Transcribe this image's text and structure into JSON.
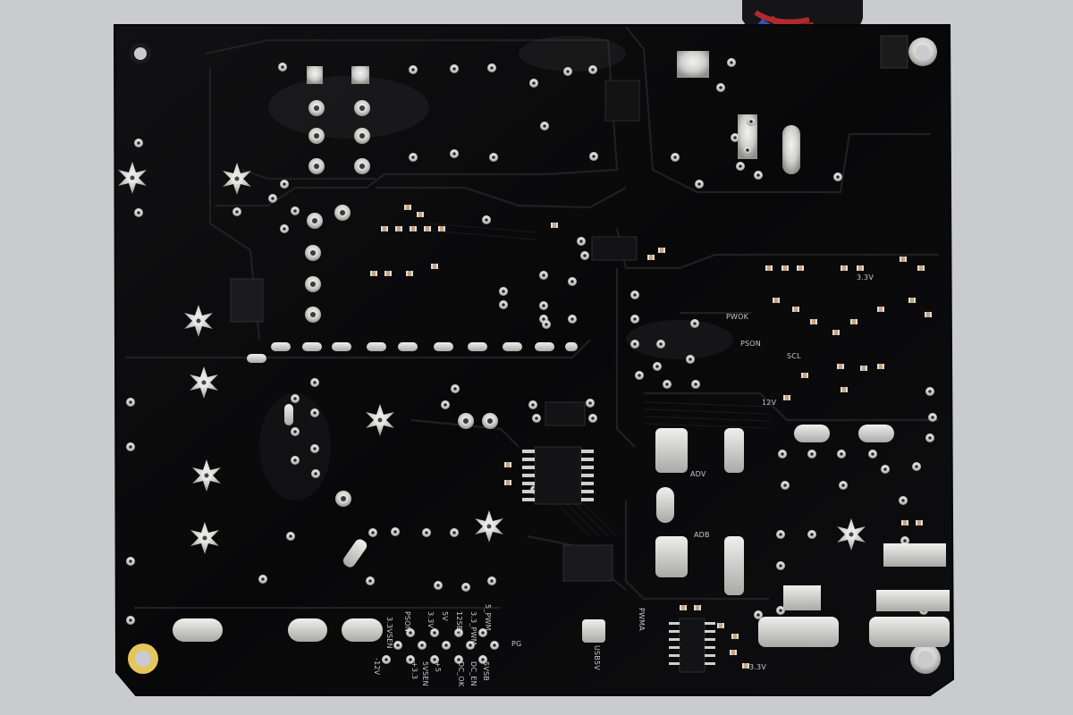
{
  "pcb": {
    "board_color": "#0b0b0c",
    "pad_color": "#d4d4d2",
    "trace_color": "#1c1c1e",
    "silkscreen_color": "#d9dadc",
    "background_color": "#c8cace"
  },
  "labels": {
    "psu_rail_labels": [
      "3.3V",
      "5V",
      "12V",
      "+5",
      "+3.3",
      "-12V",
      "PSON",
      "3.3VSEN",
      "5_PWM",
      "3.3_PWM",
      "12SEN",
      "5VSEN",
      "DC_OK",
      "DC_EN",
      "5VSB",
      "PG"
    ],
    "usb_label": "USB5V",
    "pwm_label": "PWMA",
    "mosfet_labels": [
      "ADV",
      "ADB"
    ],
    "voltage_marks": [
      "12V",
      "3.3V",
      "PSON",
      "PWOK",
      "SCL"
    ]
  }
}
